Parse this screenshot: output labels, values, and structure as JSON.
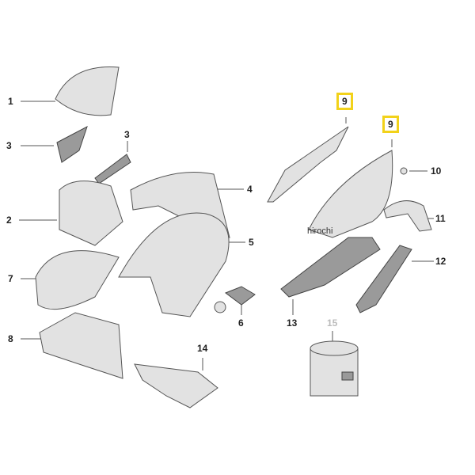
{
  "labels": {
    "l1": "1",
    "l2": "2",
    "l3a": "3",
    "l3b": "3",
    "l4": "4",
    "l5": "5",
    "l6": "6",
    "l7": "7",
    "l8": "8",
    "l9a": "9",
    "l9b": "9",
    "l10": "10",
    "l11": "11",
    "l12": "12",
    "l13": "13",
    "l14": "14",
    "l15": "15"
  },
  "watermark": "hirochi",
  "colors": {
    "highlight": "#f2d21a",
    "label_muted": "#bbbbbb"
  }
}
